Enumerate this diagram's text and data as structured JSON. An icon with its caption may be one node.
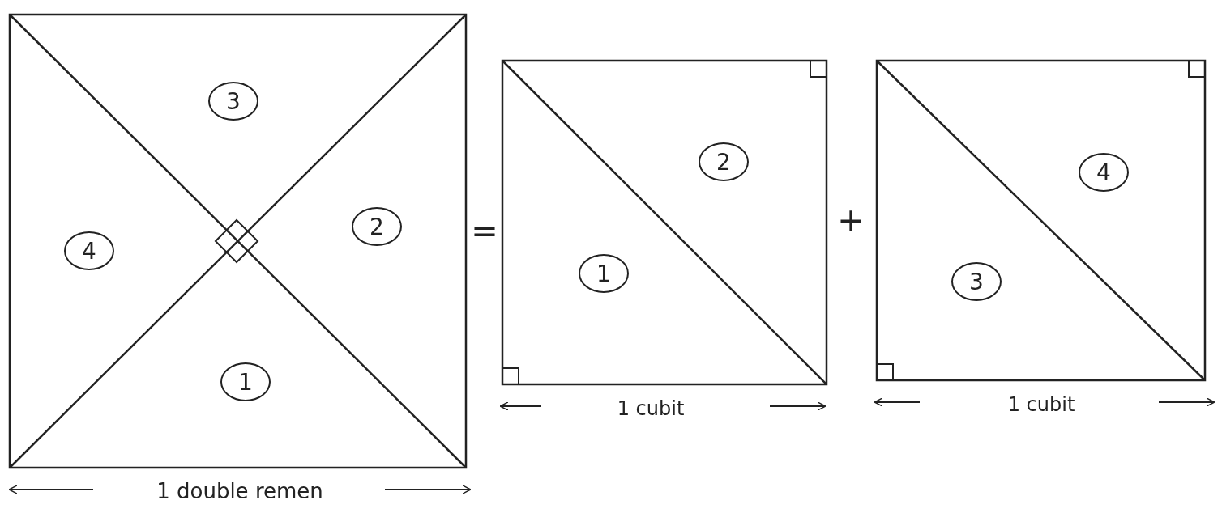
{
  "diagram": {
    "nodes": [
      {
        "text": [
          "3"
        ]
      },
      {
        "text": [
          "4"
        ]
      },
      {
        "text": [
          "2"
        ]
      },
      {
        "text": [
          "1"
        ]
      },
      {
        "text": [
          "2"
        ]
      },
      {
        "text": [
          "1"
        ]
      },
      {
        "text": [
          "4"
        ]
      },
      {
        "text": [
          "3"
        ]
      }
    ],
    "labels": [
      "=",
      "+",
      "1 cubit",
      "1 cubit",
      "1 double remen"
    ]
  }
}
